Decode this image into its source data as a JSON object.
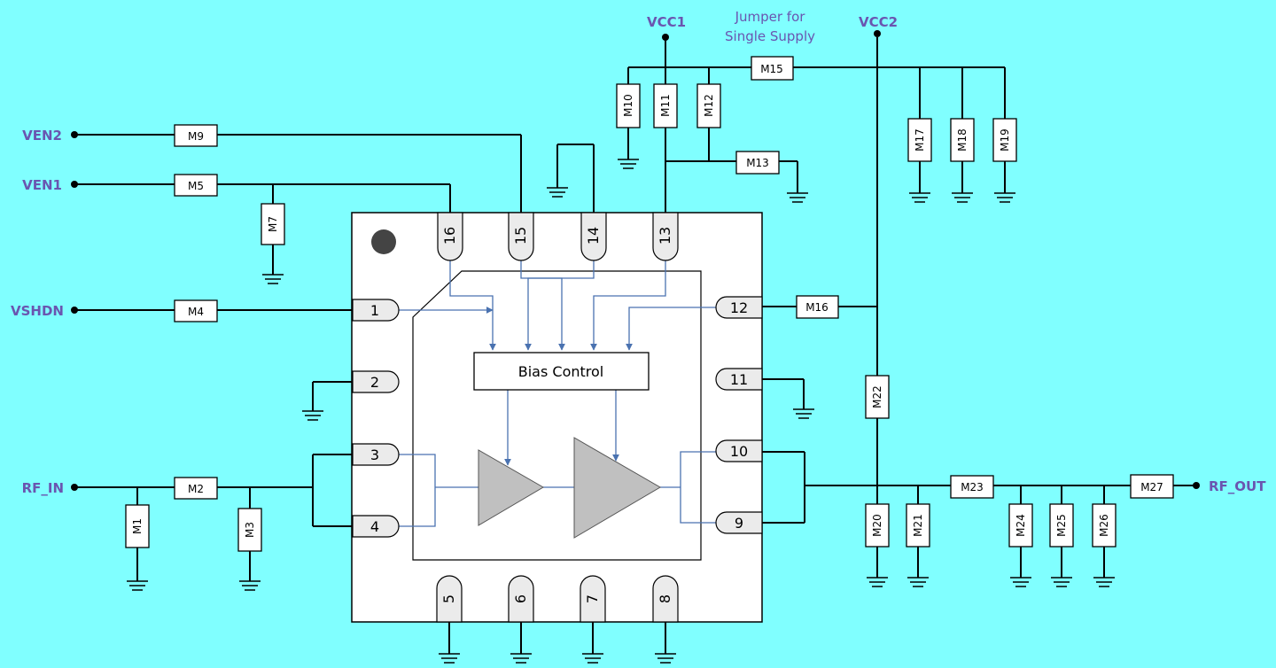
{
  "nets": {
    "vcc1": "VCC1",
    "vcc2": "VCC2",
    "ven2": "VEN2",
    "ven1": "VEN1",
    "vshdn": "VSHDN",
    "rf_in": "RF_IN",
    "rf_out": "RF_OUT"
  },
  "notes": {
    "jumper_line1": "Jumper for",
    "jumper_line2": "Single Supply"
  },
  "chip": {
    "block_label": "Bias Control",
    "pins": {
      "p1": "1",
      "p2": "2",
      "p3": "3",
      "p4": "4",
      "p5": "5",
      "p6": "6",
      "p7": "7",
      "p8": "8",
      "p9": "9",
      "p10": "10",
      "p11": "11",
      "p12": "12",
      "p13": "13",
      "p14": "14",
      "p15": "15",
      "p16": "16"
    }
  },
  "components": {
    "m1": "M1",
    "m2": "M2",
    "m3": "M3",
    "m4": "M4",
    "m5": "M5",
    "m7": "M7",
    "m9": "M9",
    "m10": "M10",
    "m11": "M11",
    "m12": "M12",
    "m13": "M13",
    "m15": "M15",
    "m16": "M16",
    "m17": "M17",
    "m18": "M18",
    "m19": "M19",
    "m20": "M20",
    "m21": "M21",
    "m22": "M22",
    "m23": "M23",
    "m24": "M24",
    "m25": "M25",
    "m26": "M26",
    "m27": "M27"
  },
  "colors": {
    "background": "#80FFFF",
    "net_label": "#6A55B0",
    "signal_line": "#4A72B0",
    "amplifier_fill": "#C0C0C0"
  }
}
